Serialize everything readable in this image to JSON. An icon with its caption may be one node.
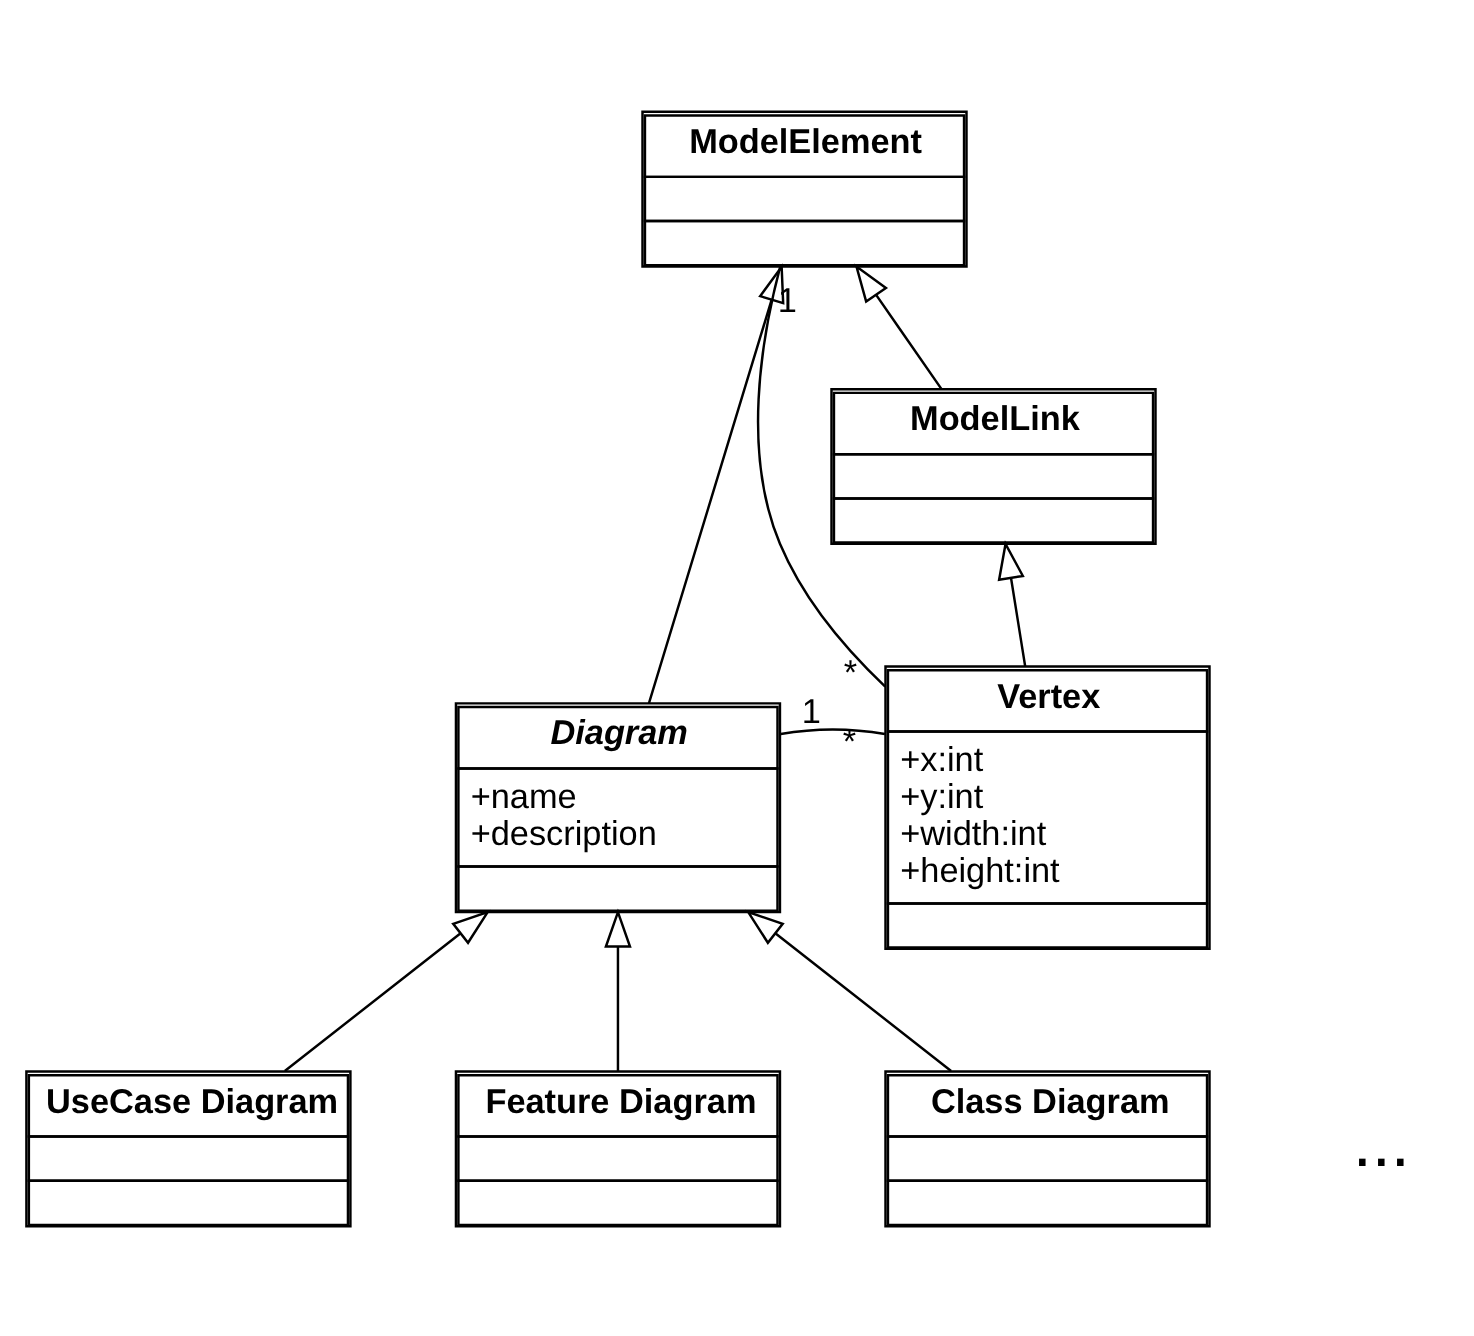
{
  "diagram": {
    "nodes": [
      {
        "text": [
          "ModelElement"
        ]
      },
      {
        "text": [
          "ModelLink"
        ]
      },
      {
        "text": [
          "Vertex",
          "+x:int",
          "+y:int",
          "+width:int",
          "+height:int"
        ]
      },
      {
        "text": [
          "Diagram",
          "+name",
          "+description"
        ]
      },
      {
        "text": [
          "UseCase Diagram"
        ]
      },
      {
        "text": [
          "Feature Diagram"
        ]
      },
      {
        "text": [
          "Class Diagram"
        ]
      }
    ],
    "edges": [
      {
        "from": 3,
        "to": 0,
        "arrow": "to"
      },
      {
        "from": 1,
        "to": 0,
        "arrow": "to"
      },
      {
        "from": 2,
        "to": 1,
        "arrow": "to"
      },
      {
        "from": 0,
        "to": 2,
        "arrow": "none"
      },
      {
        "from": 3,
        "to": 2,
        "arrow": "none"
      },
      {
        "from": 4,
        "to": 3,
        "arrow": "to"
      },
      {
        "from": 5,
        "to": 3,
        "arrow": "to"
      },
      {
        "from": 6,
        "to": 3,
        "arrow": "to"
      }
    ],
    "labels": [
      "1",
      "1",
      "*",
      "*",
      "..."
    ]
  }
}
